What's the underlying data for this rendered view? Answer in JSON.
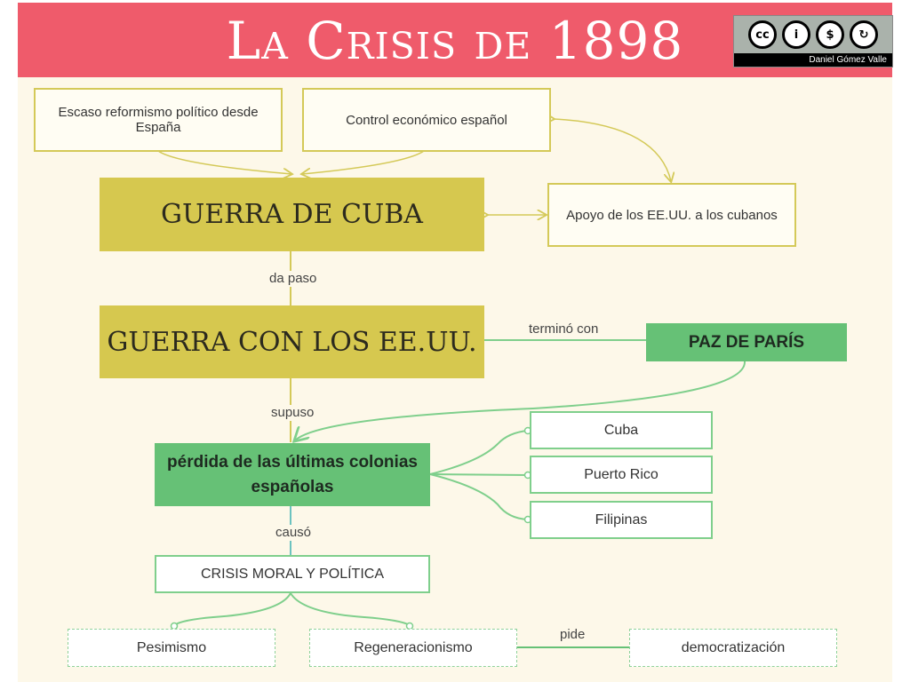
{
  "header": {
    "title": "La Crisis de 1898",
    "license_author": "Daniel Gómez Valle",
    "license_icons": [
      "creative-commons-icon",
      "attribution-icon",
      "noncommercial-icon",
      "share-alike-icon"
    ]
  },
  "colors": {
    "header_bg": "#ef5b6b",
    "panel_bg": "#fdf8e9",
    "yellow": "#d6c84f",
    "green": "#66c176",
    "yellow_line": "#d4c958",
    "green_line": "#7fcf8c",
    "teal_line": "#6cc3c0"
  },
  "nodes": {
    "escaso": "Escaso reformismo político desde España",
    "control": "Control económico español",
    "guerra_cuba": "GUERRA DE CUBA",
    "apoyo": "Apoyo de los EE.UU. a los cubanos",
    "guerra_eeuu": "GUERRA CON LOS EE.UU.",
    "paz": "PAZ DE PARÍS",
    "perdida": "pérdida de las últimas colonias españolas",
    "cuba": "Cuba",
    "puerto_rico": "Puerto Rico",
    "filipinas": "Filipinas",
    "crisis": "CRISIS MORAL Y POLÍTICA",
    "pesimismo": "Pesimismo",
    "regeneracionismo": "Regeneracionismo",
    "democratizacion": "democratización"
  },
  "links": {
    "da_paso": "da paso",
    "termino_con": "terminó con",
    "supuso": "supuso",
    "causo": "causó",
    "pide": "pide"
  }
}
